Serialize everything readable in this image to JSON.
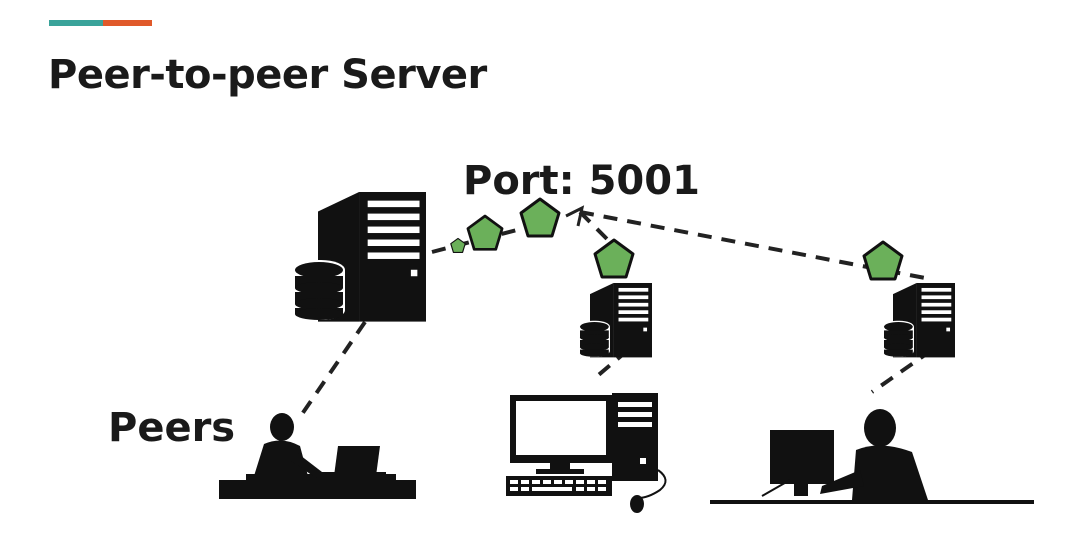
{
  "slide": {
    "title": "Peer-to-peer Server",
    "accent_colors": [
      "#3aa39a",
      "#e0592a"
    ]
  },
  "diagram": {
    "port_label": "Port: 5001",
    "peers_label": "Peers",
    "packet_color": "#6bb05a",
    "icons": [
      "server-icon",
      "database-icon",
      "packet-icon",
      "person-at-laptop-icon",
      "desktop-computer-icon",
      "person-at-monitor-icon"
    ]
  }
}
